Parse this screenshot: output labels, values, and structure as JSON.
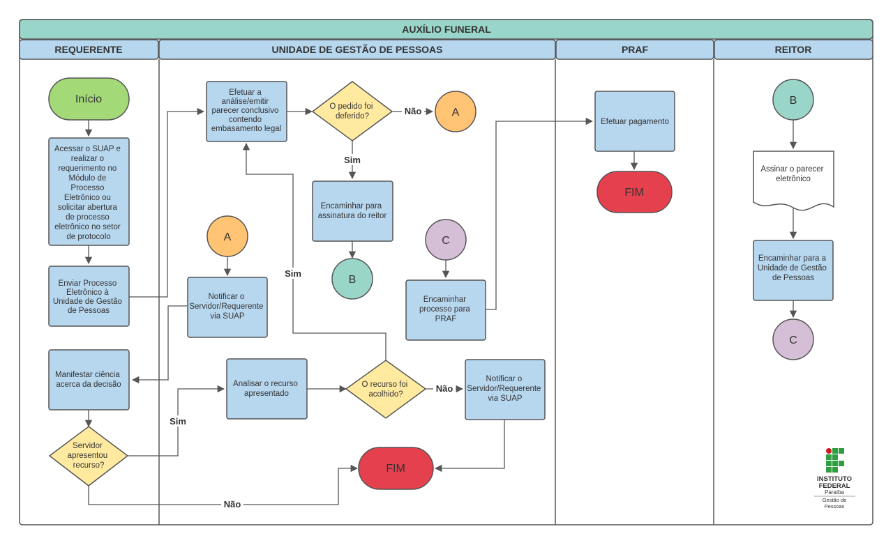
{
  "title": "AUXÍLIO FUNERAL",
  "lanes": [
    {
      "id": "lane-requerente",
      "label": "REQUERENTE"
    },
    {
      "id": "lane-ugp",
      "label": "UNIDADE DE GESTÃO DE PESSOAS"
    },
    {
      "id": "lane-praf",
      "label": "PRAF"
    },
    {
      "id": "lane-reitor",
      "label": "REITOR"
    }
  ],
  "nodes": {
    "inicio": "Início",
    "acessar": [
      "Acessar o SUAP e",
      "realizar o",
      "requerimento no",
      "Módulo de",
      "Processo",
      "Eletrônico ou",
      "solicitar abertura",
      "de processo",
      "eletrônico no setor",
      "de protocolo"
    ],
    "enviar": [
      "Enviar Processo",
      "Eletrônico à",
      "Unidade de Gestão",
      "de Pessoas"
    ],
    "manifestar": [
      "Manifestar ciência",
      "acerca da decisão"
    ],
    "servidor_recurso": [
      "Servidor",
      "apresentou",
      "recurso?"
    ],
    "efetuar_analise": [
      "Efetuar a",
      "análise/emitir",
      "parecer conclusivo",
      "contendo",
      "embasamento legal"
    ],
    "pedido_deferido": [
      "O pedido foi",
      "deferido?"
    ],
    "connector_a_top": "A",
    "encaminhar_reitor": [
      "Encaminhar para",
      "assinatura do reitor"
    ],
    "connector_b_mid": "B",
    "connector_a_mid": "A",
    "notificar_1": [
      "Notificar o",
      "Servidor/Requerente",
      "via SUAP"
    ],
    "connector_c_mid": "C",
    "encaminhar_praf": [
      "Encaminhar",
      "processo para",
      "PRAF"
    ],
    "analisar_recurso": [
      "Analisar o recurso",
      "apresentado"
    ],
    "recurso_acolhido": [
      "O recurso foi",
      "acolhido?"
    ],
    "notificar_2": [
      "Notificar o",
      "Servidor/Requerente",
      "via SUAP"
    ],
    "fim_ugp": "FIM",
    "efetuar_pagamento": "Efetuar pagamento",
    "fim_praf": "FIM",
    "connector_b_reitor": "B",
    "assinar_parecer": [
      "Assinar o parecer",
      "eletrônico"
    ],
    "encaminhar_ugp": [
      "Encaminhar para a",
      "Unidade de Gestão",
      "de Pessoas"
    ],
    "connector_c_reitor": "C"
  },
  "edge_labels": {
    "nao_pedido": "Não",
    "sim_pedido": "Sim",
    "sim_recurso_acolhido": "Sim",
    "nao_recurso_acolhido": "Não",
    "sim_servidor": "Sim",
    "nao_servidor": "Não"
  },
  "logo": {
    "line1": "INSTITUTO",
    "line2": "FEDERAL",
    "line3": "Paraíba",
    "line4": "Gestão de",
    "line5": "Pessoas"
  },
  "colors": {
    "header_bg": "#99d5c9",
    "lane_header_bg": "#b7d7ef",
    "process_bg": "#b7d7ef",
    "decision_bg": "#ffeaa0",
    "start_bg": "#a3d977",
    "end_bg": "#e5404e",
    "connector_a": "#ffc374",
    "connector_b": "#99d5c9",
    "connector_c": "#d4bfd6",
    "logo_green": "#2f9e41",
    "logo_red": "#cd191e"
  }
}
